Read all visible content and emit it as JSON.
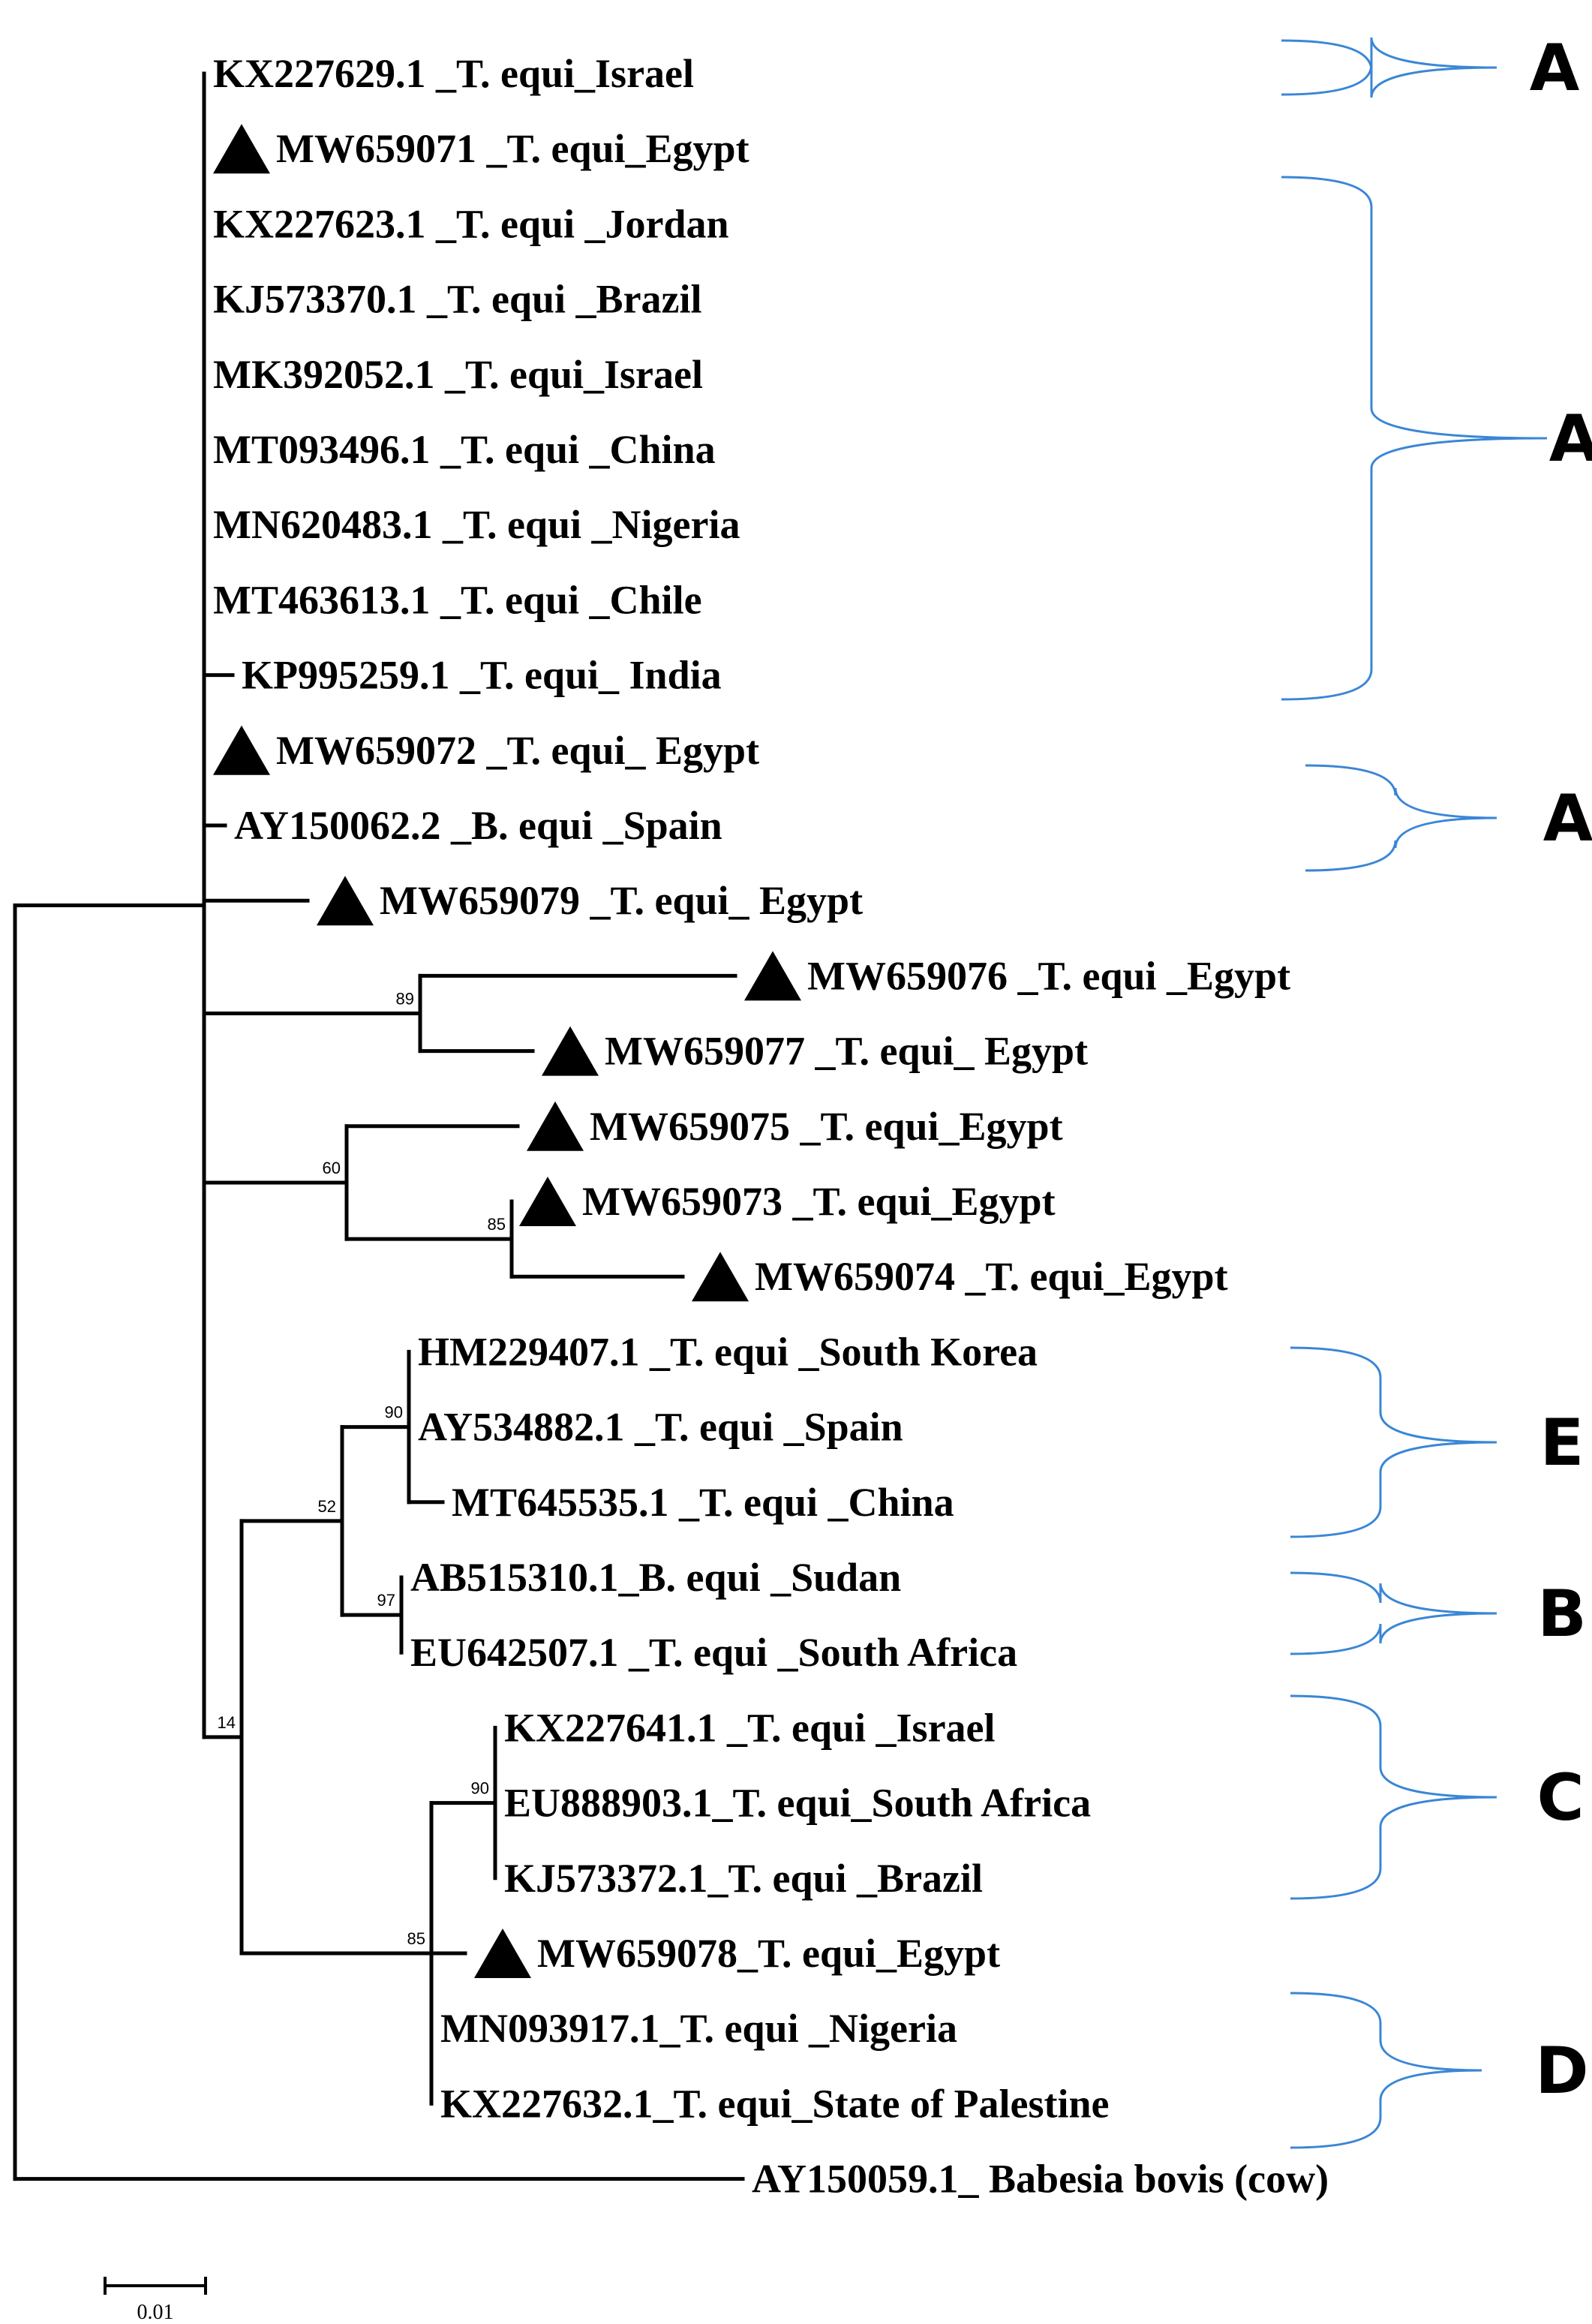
{
  "leaves": [
    {
      "id": "KX227629",
      "label": "KX227629.1 _T. equi_Israel",
      "marker": false
    },
    {
      "id": "MW659071",
      "label": "MW659071 _T. equi_Egypt",
      "marker": true
    },
    {
      "id": "KX227623",
      "label": "KX227623.1 _T. equi _Jordan",
      "marker": false
    },
    {
      "id": "KJ573370",
      "label": "KJ573370.1 _T. equi _Brazil",
      "marker": false
    },
    {
      "id": "MK392052",
      "label": "MK392052.1 _T. equi_Israel",
      "marker": false
    },
    {
      "id": "MT093496",
      "label": "MT093496.1 _T. equi _China",
      "marker": false
    },
    {
      "id": "MN620483",
      "label": "MN620483.1 _T. equi _Nigeria",
      "marker": false
    },
    {
      "id": "MT463613",
      "label": "MT463613.1 _T. equi _Chile",
      "marker": false
    },
    {
      "id": "KP995259",
      "label": "KP995259.1 _T. equi_ India",
      "marker": false
    },
    {
      "id": "MW659072",
      "label": "MW659072 _T. equi_ Egypt",
      "marker": true
    },
    {
      "id": "AY150062",
      "label": "AY150062.2 _B. equi _Spain",
      "marker": false
    },
    {
      "id": "MW659079",
      "label": "MW659079 _T. equi_ Egypt",
      "marker": true
    },
    {
      "id": "MW659076",
      "label": "MW659076 _T. equi _Egypt",
      "marker": true
    },
    {
      "id": "MW659077",
      "label": "MW659077 _T. equi_ Egypt",
      "marker": true
    },
    {
      "id": "MW659075",
      "label": "MW659075 _T. equi_Egypt",
      "marker": true
    },
    {
      "id": "MW659073",
      "label": "MW659073 _T. equi_Egypt",
      "marker": true
    },
    {
      "id": "MW659074",
      "label": "MW659074 _T. equi_Egypt",
      "marker": true
    },
    {
      "id": "HM229407",
      "label": "HM229407.1 _T. equi _South Korea",
      "marker": false
    },
    {
      "id": "AY534882",
      "label": "AY534882.1 _T. equi _Spain",
      "marker": false
    },
    {
      "id": "MT645535",
      "label": "MT645535.1 _T. equi _China",
      "marker": false
    },
    {
      "id": "AB515310",
      "label": "AB515310.1_B. equi _Sudan",
      "marker": false
    },
    {
      "id": "EU642507",
      "label": "EU642507.1 _T. equi _South Africa",
      "marker": false
    },
    {
      "id": "KX227641",
      "label": "KX227641.1 _T. equi _Israel",
      "marker": false
    },
    {
      "id": "EU888903",
      "label": "EU888903.1_T. equi_South Africa",
      "marker": false
    },
    {
      "id": "KJ573372",
      "label": "KJ573372.1_T. equi _Brazil",
      "marker": false
    },
    {
      "id": "MW659078",
      "label": "MW659078_T. equi_Egypt",
      "marker": true
    },
    {
      "id": "MN093917",
      "label": "MN093917.1_T. equi _Nigeria",
      "marker": false
    },
    {
      "id": "KX227632",
      "label": "KX227632.1_T. equi_State of Palestine",
      "marker": false
    },
    {
      "id": "AY150059",
      "label": "AY150059.1_ Babesia bovis (cow)",
      "marker": false
    }
  ],
  "bootstrap": {
    "n89": "89",
    "n60": "60",
    "n85a": "85",
    "n90a": "90",
    "n52": "52",
    "n97": "97",
    "n14": "14",
    "n90b": "90",
    "n85b": "85"
  },
  "clades": [
    {
      "id": "A1",
      "letter": "A"
    },
    {
      "id": "A2",
      "letter": "A"
    },
    {
      "id": "A3",
      "letter": "A"
    },
    {
      "id": "E",
      "letter": "E"
    },
    {
      "id": "B",
      "letter": "B"
    },
    {
      "id": "C",
      "letter": "C"
    },
    {
      "id": "D",
      "letter": "D"
    }
  ],
  "scale_bar": {
    "label": "0.01"
  },
  "colors": {
    "branch": "#000000",
    "brace": "#3a86d6",
    "marker": "#000000"
  }
}
